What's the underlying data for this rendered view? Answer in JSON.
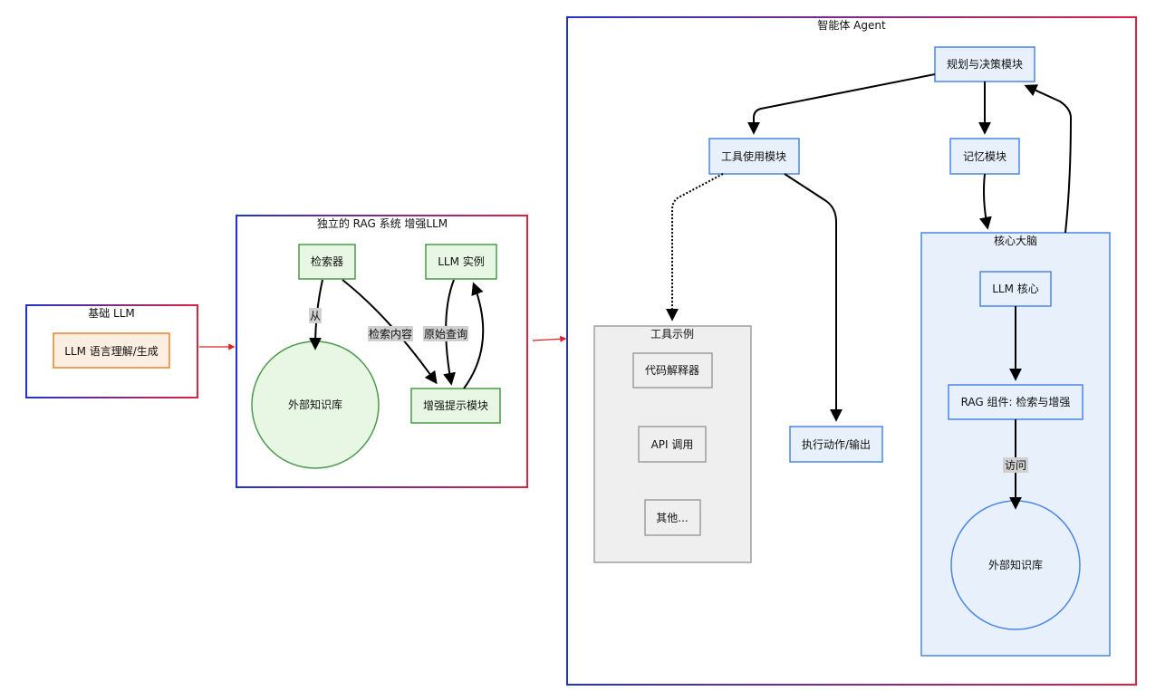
{
  "containers": {
    "base_llm": "基础 LLM",
    "rag_system": "独立的 RAG 系统 增强LLM",
    "agent": "智能体 Agent",
    "core_brain": "核心大脑",
    "tool_examples": "工具示例"
  },
  "nodes": {
    "llm_language": "LLM 语言理解/生成",
    "retriever": "检索器",
    "llm_instance": "LLM 实例",
    "external_kb_rag": "外部知识库",
    "prompt_enhance": "增强提示模块",
    "planning": "规划与决策模块",
    "tool_use": "工具使用模块",
    "memory": "记忆模块",
    "llm_core": "LLM 核心",
    "rag_component": "RAG 组件: 检索与增强",
    "external_kb_agent": "外部知识库",
    "code_interpreter": "代码解释器",
    "api_call": "API 调用",
    "others": "其他...",
    "execute_output": "执行动作/输出"
  },
  "edge_labels": {
    "from": "从",
    "retrieved_content": "检索内容",
    "original_query": "原始查询",
    "access": "访问"
  },
  "colors": {
    "blue_border": "#2255cc",
    "red_border": "#dd3344",
    "green_border": "#4a9a4a",
    "green_fill": "#e8f6e4",
    "orange_border": "#e8822a",
    "orange_fill": "#fdeee2",
    "light_blue_fill": "#e8f1fb",
    "light_blue_border": "#4a86e8",
    "gray_fill": "#efefef",
    "gray_border": "#8a8a8a",
    "label_bg": "#d0d0d0",
    "arrow": "#000000",
    "connector": "#e02020"
  }
}
